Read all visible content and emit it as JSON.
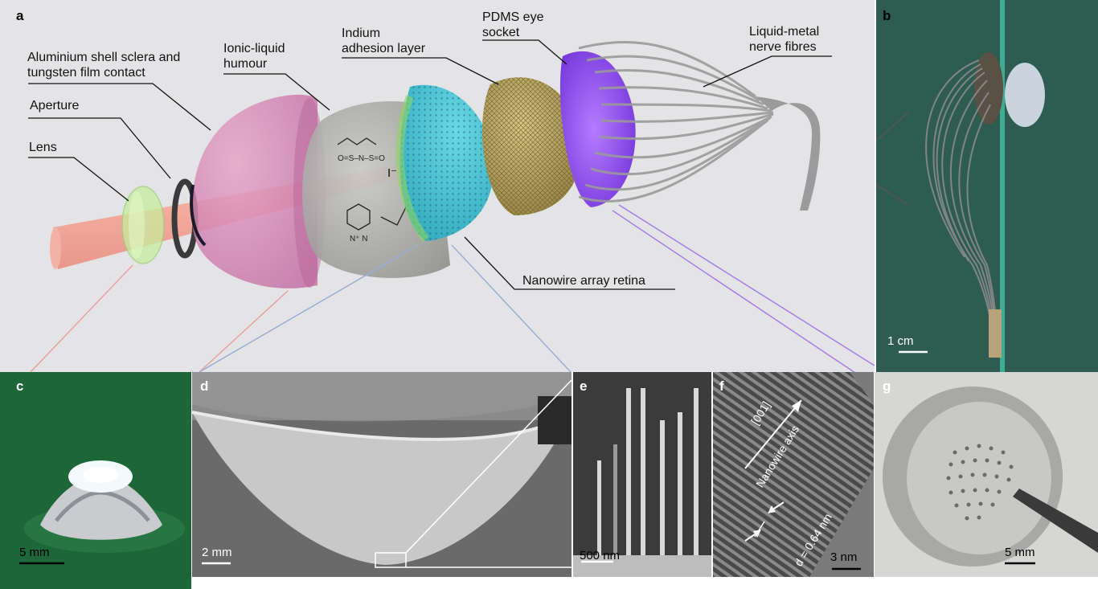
{
  "panel_letters": {
    "a": "a",
    "b": "b",
    "c": "c",
    "d": "d",
    "e": "e",
    "f": "f",
    "g": "g"
  },
  "labels": {
    "aluminium": [
      "Aluminium shell sclera and",
      "tungsten film contact"
    ],
    "aperture": "Aperture",
    "lens": "Lens",
    "ionic": [
      "Ionic-liquid",
      "humour"
    ],
    "indium": [
      "Indium",
      "adhesion layer"
    ],
    "pdms": [
      "PDMS eye",
      "socket"
    ],
    "liquid_metal": [
      "Liquid-metal",
      "nerve fibres"
    ],
    "nanowire_retina": "Nanowire array retina",
    "iodide": "I⁻"
  },
  "scale_bars": {
    "b": "1 cm",
    "c": "5 mm",
    "d": "2 mm",
    "e": "500 nm",
    "f": "3 nm",
    "g": "5 mm"
  },
  "annotations_f": {
    "direction": "[001]",
    "axis": "Nanowire axis",
    "spacing": "d = 0.64 nm"
  },
  "colors": {
    "panel_a_bg": "#e4e4e6",
    "panel_b_bg": "#2f5d52",
    "panel_c_bg": "#1f6a3a",
    "sclera_pink": "#d889b9",
    "retina_cyan": "#3ec6d8",
    "socket_gold": "#b8a45a",
    "fibre_purple": "#8c4df0",
    "line_red": "#e9a0a0",
    "line_blue": "#9aaed6",
    "line_purple": "#a57be8"
  }
}
